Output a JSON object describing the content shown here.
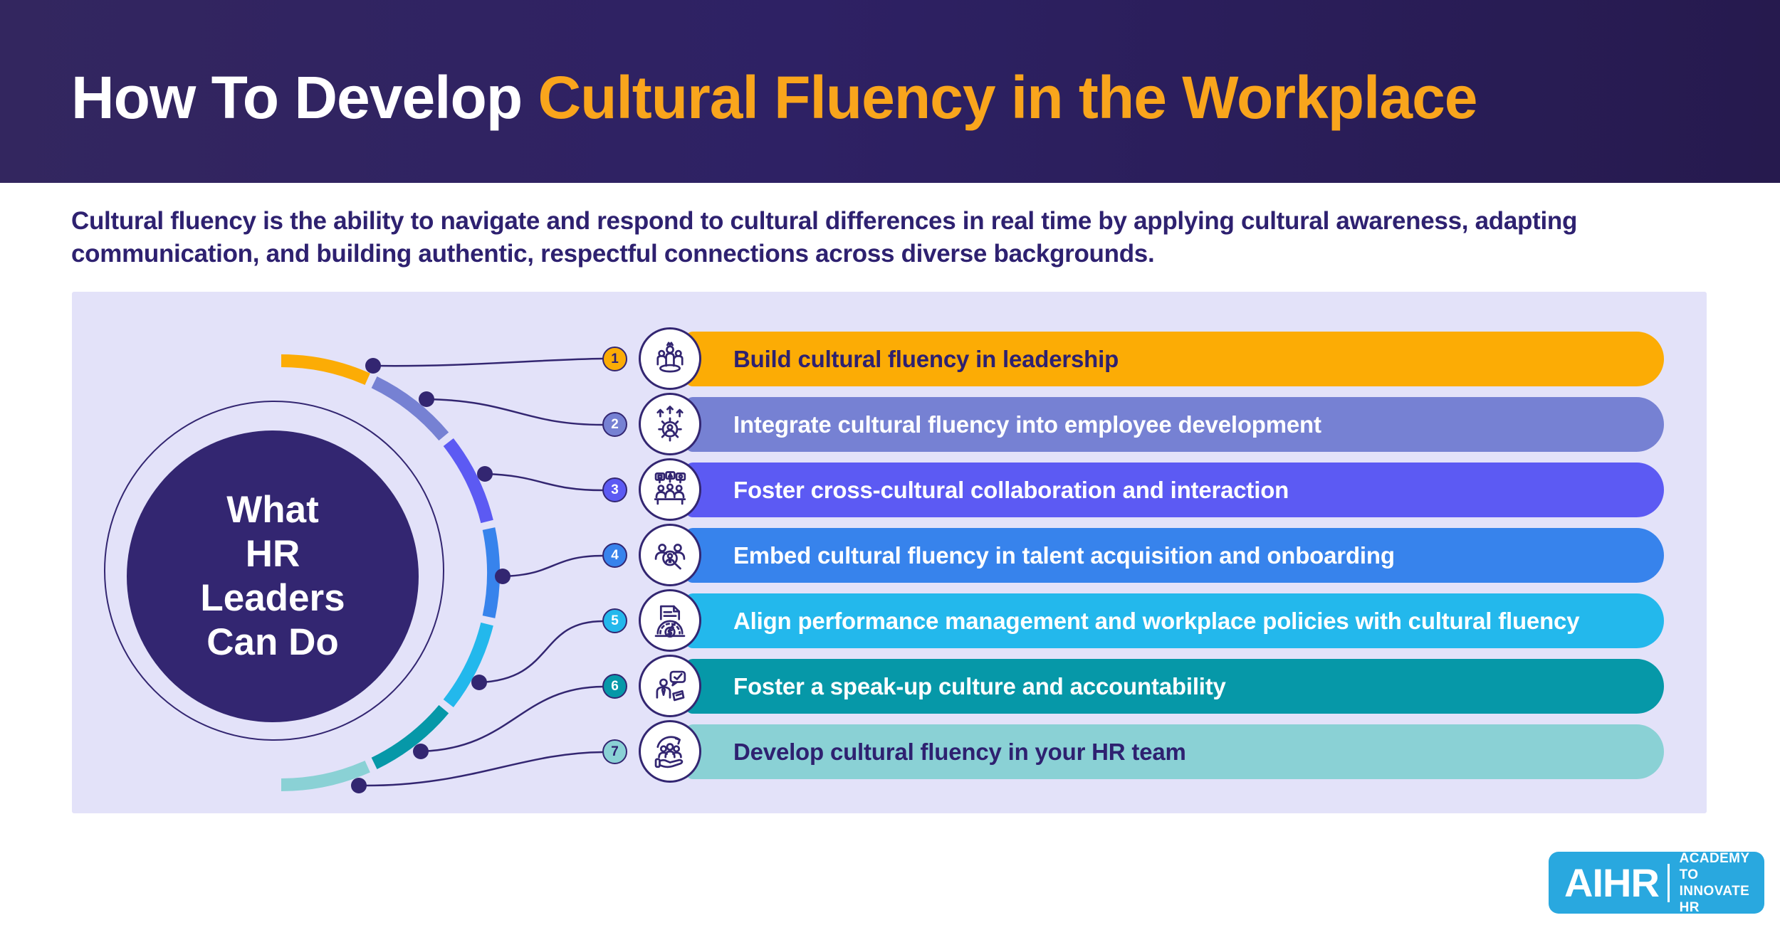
{
  "header": {
    "title_prefix": "How To Develop ",
    "title_accent": "Cultural Fluency in the Workplace"
  },
  "intro": {
    "line1": "Cultural fluency is the ability to navigate and respond to cultural differences in real time by applying cultural awareness, adapting",
    "line2": "communication, and building authentic, respectful connections across diverse backgrounds."
  },
  "hub": {
    "lines": [
      "What",
      "HR",
      "Leaders",
      "Can Do"
    ]
  },
  "rows": [
    {
      "number": "1",
      "label": "Build cultural fluency in leadership",
      "color": "#fcac05",
      "text_color": "#2e2170",
      "icon": "leadership-team-icon"
    },
    {
      "number": "2",
      "label": "Integrate cultural fluency into employee development",
      "color": "#7681d3",
      "text_color": "#ffffff",
      "icon": "growth-gear-icon"
    },
    {
      "number": "3",
      "label": "Foster cross-cultural collaboration and interaction",
      "color": "#5c5af3",
      "text_color": "#ffffff",
      "icon": "meeting-collaboration-icon"
    },
    {
      "number": "4",
      "label": "Embed cultural fluency in talent acquisition and onboarding",
      "color": "#3783ec",
      "text_color": "#ffffff",
      "icon": "talent-search-icon"
    },
    {
      "number": "5",
      "label": "Align performance management and workplace policies with cultural fluency",
      "color": "#23b8ec",
      "text_color": "#ffffff",
      "icon": "performance-policy-icon"
    },
    {
      "number": "6",
      "label": "Foster a speak-up culture and accountability",
      "color": "#0698a8",
      "text_color": "#ffffff",
      "icon": "speak-up-icon"
    },
    {
      "number": "7",
      "label": "Develop cultural fluency in your HR team",
      "color": "#8ad1d5",
      "text_color": "#2e2170",
      "icon": "team-development-icon"
    }
  ],
  "logo": {
    "name": "AIHR",
    "tagline_line1": "ACADEMY TO",
    "tagline_line2": "INNOVATE HR"
  },
  "colors": {
    "header_gradient_start": "#33265f",
    "header_gradient_end": "#261a4e",
    "title_accent": "#f9a51c",
    "body_text": "#2e2170",
    "panel_background": "#e3e2f9",
    "hub_fill": "#332671",
    "outline_stroke": "#332671",
    "logo_background": "#29a8df"
  }
}
